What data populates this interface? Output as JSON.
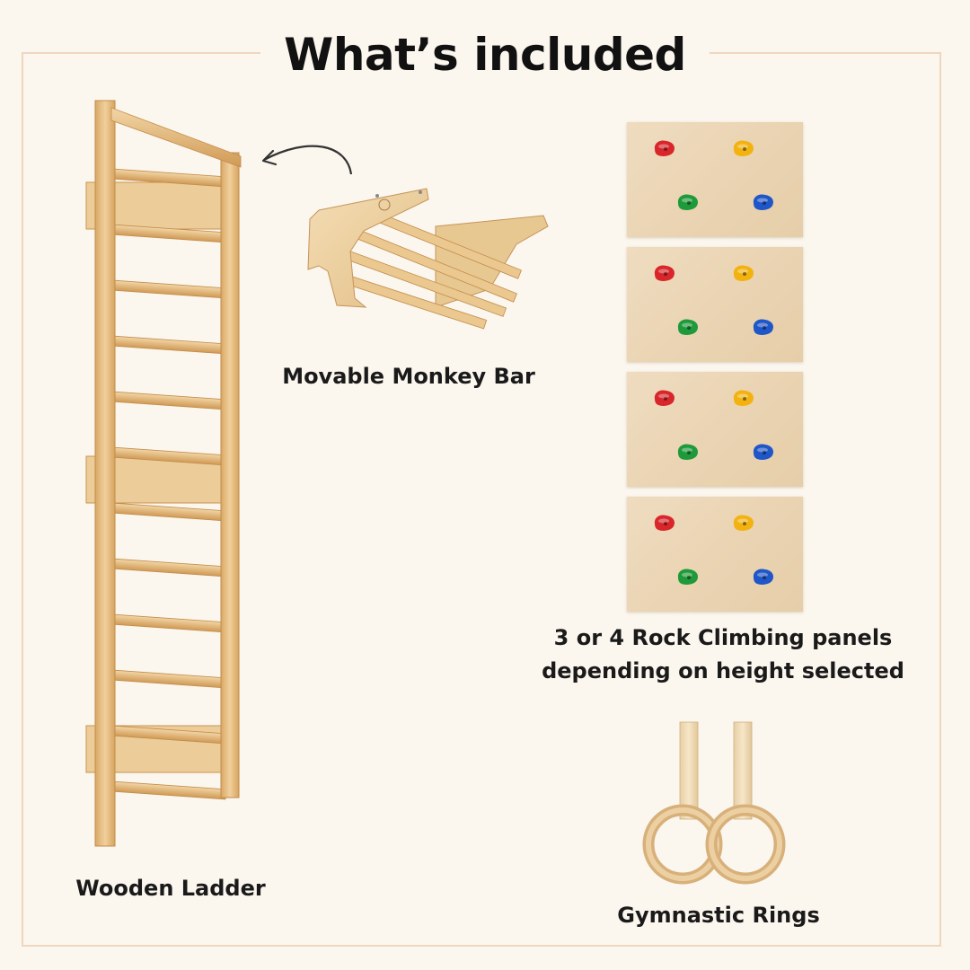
{
  "title": "What’s included",
  "items": {
    "monkey_bar": {
      "label": "Movable Monkey Bar"
    },
    "ladder": {
      "label": "Wooden Ladder"
    },
    "panels": {
      "label_line1": "3 or 4 Rock Climbing panels",
      "label_line2": "depending on height selected"
    },
    "rings": {
      "label": "Gymnastic Rings"
    }
  },
  "colors": {
    "background": "#fbf6ee",
    "frame": "#efd6bf",
    "wood": "#e6c48e",
    "hold_red": "#d8262a",
    "hold_yellow": "#f2b310",
    "hold_green": "#1f9a3a",
    "hold_blue": "#1f56c8"
  },
  "icons": [
    "curved-arrow-icon"
  ]
}
